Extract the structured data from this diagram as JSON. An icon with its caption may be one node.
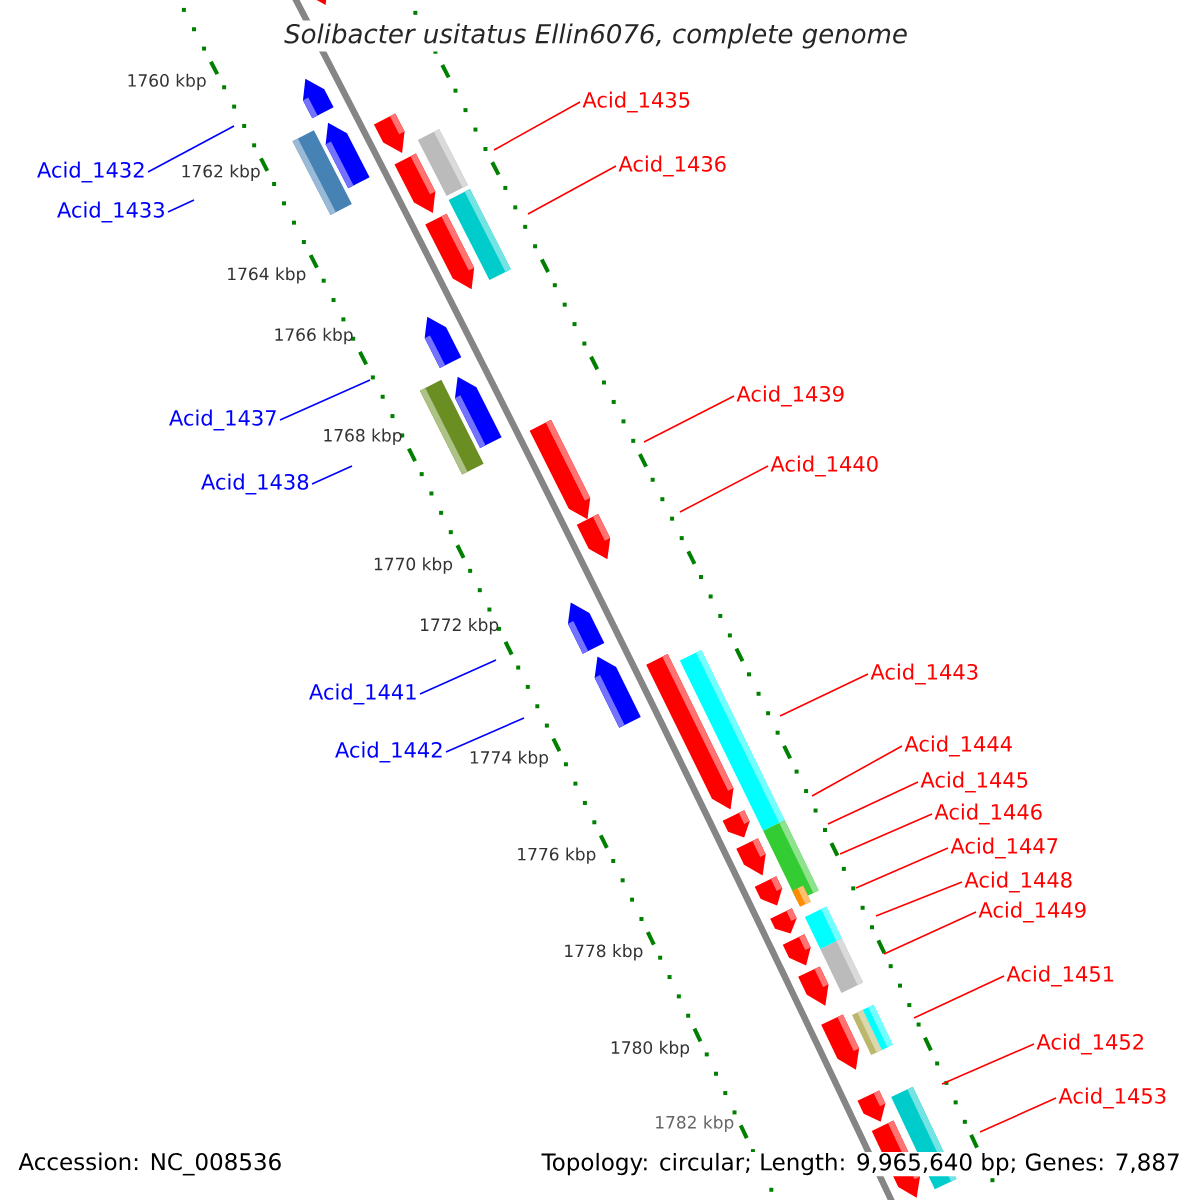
{
  "diagram": {
    "title": "Solibacter usitatus Ellin6076, complete genome",
    "nodes": [
      {
        "text": [
          "Acid_1435"
        ]
      },
      {
        "text": [
          "Acid_1436"
        ]
      },
      {
        "text": [
          "Acid_1432"
        ]
      },
      {
        "text": [
          "Acid_1433"
        ]
      },
      {
        "text": [
          "Acid_1439"
        ]
      },
      {
        "text": [
          "Acid_1437"
        ]
      },
      {
        "text": [
          "Acid_1440"
        ]
      },
      {
        "text": [
          "Acid_1438"
        ]
      },
      {
        "text": [
          "Acid_1443"
        ]
      },
      {
        "text": [
          "Acid_1441"
        ]
      },
      {
        "text": [
          "Acid_1444"
        ]
      },
      {
        "text": [
          "Acid_1442"
        ]
      },
      {
        "text": [
          "Acid_1445"
        ]
      },
      {
        "text": [
          "Acid_1446"
        ]
      },
      {
        "text": [
          "Acid_1447"
        ]
      },
      {
        "text": [
          "Acid_1448"
        ]
      },
      {
        "text": [
          "Acid_1449"
        ]
      },
      {
        "text": [
          "Acid_1451"
        ]
      },
      {
        "text": [
          "Acid_1452"
        ]
      },
      {
        "text": [
          "Acid_1453"
        ]
      }
    ],
    "edges": [
      {
        "from": 0,
        "to": null,
        "arrow": "none"
      },
      {
        "from": 1,
        "to": null,
        "arrow": "none"
      },
      {
        "from": 2,
        "to": null,
        "arrow": "none",
        "color": "#0000ff"
      },
      {
        "from": 3,
        "to": null,
        "arrow": "none",
        "color": "#0000ff"
      },
      {
        "from": 4,
        "to": null,
        "arrow": "none"
      },
      {
        "from": 5,
        "to": null,
        "arrow": "none",
        "color": "#0000ff"
      },
      {
        "from": 6,
        "to": null,
        "arrow": "none"
      },
      {
        "from": 7,
        "to": null,
        "arrow": "none",
        "color": "#0000ff"
      },
      {
        "from": 8,
        "to": null,
        "arrow": "none"
      },
      {
        "from": 9,
        "to": null,
        "arrow": "none",
        "color": "#0000ff"
      },
      {
        "from": 10,
        "to": null,
        "arrow": "none"
      },
      {
        "from": 11,
        "to": null,
        "arrow": "none",
        "color": "#0000ff"
      },
      {
        "from": 12,
        "to": null,
        "arrow": "none"
      },
      {
        "from": 13,
        "to": null,
        "arrow": "none"
      },
      {
        "from": 14,
        "to": null,
        "arrow": "none"
      },
      {
        "from": 15,
        "to": null,
        "arrow": "none"
      },
      {
        "from": 16,
        "to": null,
        "arrow": "none"
      },
      {
        "from": 17,
        "to": null,
        "arrow": "none"
      },
      {
        "from": 18,
        "to": null,
        "arrow": "none"
      },
      {
        "from": 19,
        "to": null,
        "arrow": "none"
      }
    ],
    "labels": [
      "1760 kbp",
      "1762 kbp",
      "1764 kbp",
      "1766 kbp",
      "1768 kbp",
      "1770 kbp",
      "1772 kbp",
      "1774 kbp",
      "1776 kbp",
      "1778 kbp",
      "1780 kbp",
      "1782 kbp",
      "Accession: NC_008536",
      "Topology: circular; Length: 9,965,640 bp; Genes: 7,887"
    ]
  }
}
